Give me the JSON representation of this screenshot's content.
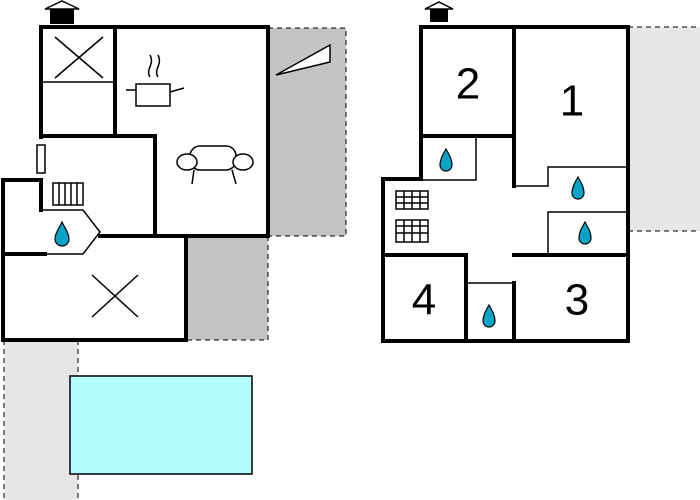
{
  "colors": {
    "terrace_dark": "#c4c4c4",
    "terrace_light": "#e6e6e6",
    "pool": "#b3fdfd",
    "wall": "#000000",
    "background": "#ffffff"
  },
  "ground_floor": {
    "icons": [
      "entrance-icon",
      "cooking-pot-icon",
      "sofa-icon",
      "radiator-icon",
      "shower-icon",
      "window-icon",
      "triangle-icon",
      "cross-icon"
    ]
  },
  "upper_floor": {
    "rooms": [
      {
        "label": "2"
      },
      {
        "label": "1"
      },
      {
        "label": "4"
      },
      {
        "label": "3"
      }
    ],
    "icons": [
      "entrance-icon",
      "radiator-icon",
      "shower-icon"
    ]
  }
}
